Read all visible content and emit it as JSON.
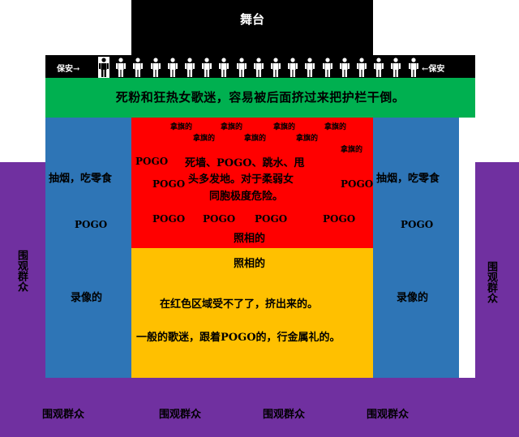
{
  "stage": {
    "label": "舞台"
  },
  "security": {
    "left_label": "保安→",
    "right_label": "←保安",
    "guard_count": 19
  },
  "front_row": {
    "text": "死粉和狂热女歌迷，容易被后面挤过来把护栏干倒。"
  },
  "side_zones": {
    "smoke_snack": "抽烟，吃零食",
    "pogo": "POGO",
    "recording": "录像的"
  },
  "red_zone": {
    "flag_label": "拿旗的",
    "pogo_label": "POGO",
    "description_line1": "死墙、POGO、跳水、甩",
    "description_line2": "头多发地。对于柔弱女",
    "description_line3": "同胞极度危险。",
    "photo_label": "照相的"
  },
  "yellow_zone": {
    "photo_label": "照相的",
    "escaped_text": "在红色区域受不了了，挤出来的。",
    "general_text": "一般的歌迷，跟着POGO的，行金属礼的。"
  },
  "crowd": {
    "label": "围观群众"
  },
  "colors": {
    "stage": "#000000",
    "front_row": "#00b050",
    "side": "#2e75b6",
    "red_zone": "#ff0000",
    "yellow_zone": "#ffc000",
    "crowd": "#7030a0"
  }
}
